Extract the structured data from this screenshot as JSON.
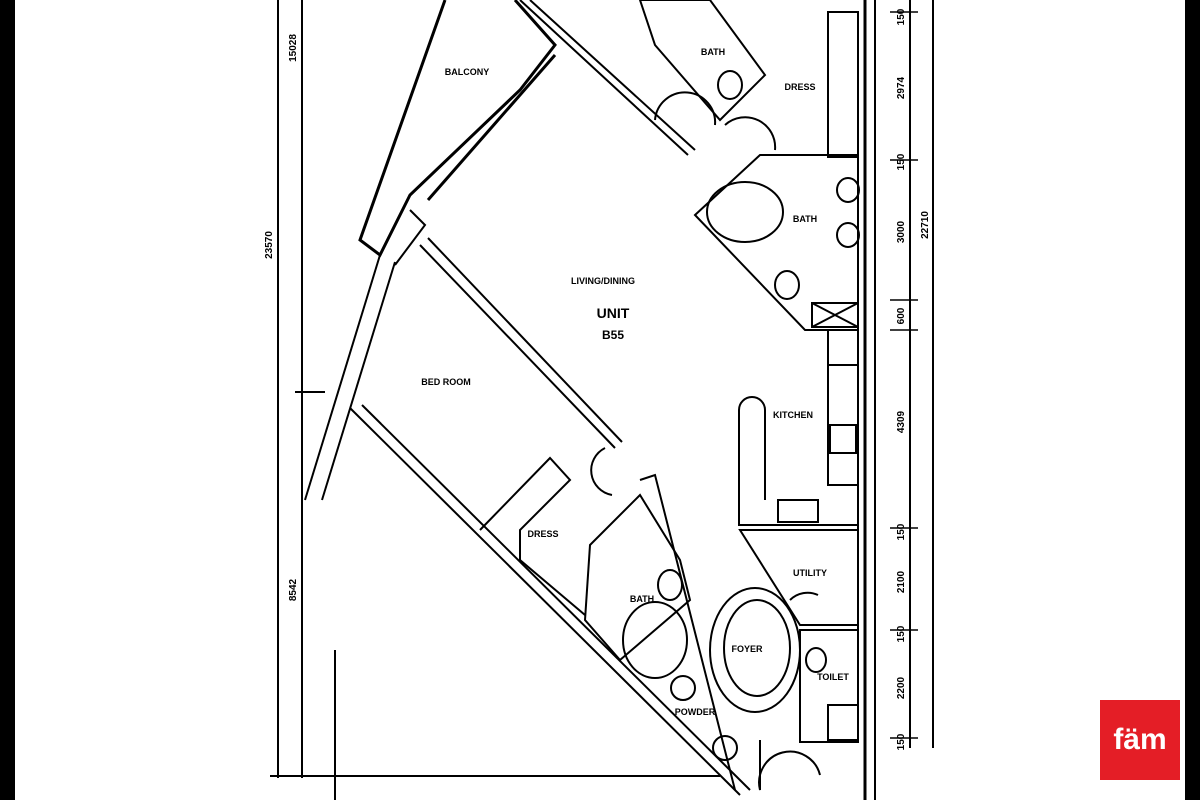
{
  "unit": {
    "title": "UNIT",
    "code": "B55"
  },
  "rooms": {
    "balcony": "BALCONY",
    "bath_top": "BATH",
    "dress_top": "DRESS",
    "bath_master": "BATH",
    "living": "LIVING/DINING",
    "bedroom": "BED ROOM",
    "kitchen": "KITCHEN",
    "dress_bottom": "DRESS",
    "bath_bottom": "BATH",
    "utility": "UTILITY",
    "foyer": "FOYER",
    "toilet": "TOILET",
    "powder": "POWDER"
  },
  "dimensions": {
    "left_total": "23570",
    "left_upper": "15028",
    "left_lower": "8542",
    "right_total": "22710",
    "right_segments": [
      "150",
      "2974",
      "150",
      "3000",
      "600",
      "4309",
      "150",
      "2100",
      "150",
      "2200",
      "150"
    ]
  },
  "logo": {
    "text": "fäm",
    "color": "#e41e26"
  }
}
